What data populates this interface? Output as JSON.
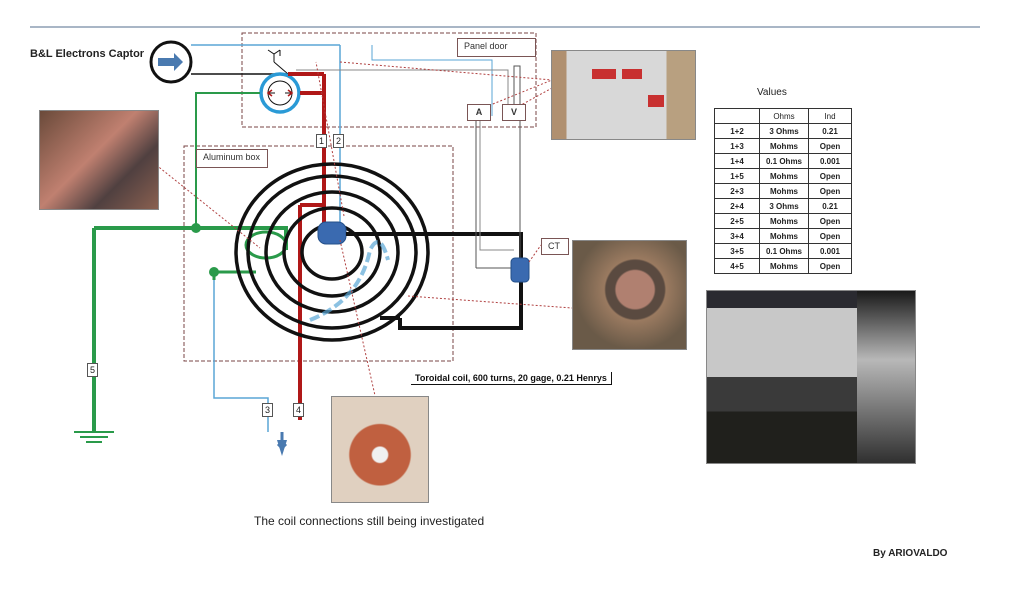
{
  "title": "B&L Electrons Captor",
  "labels": {
    "panel_door": "Panel door",
    "aluminum_box": "Aluminum box",
    "ct": "CT",
    "meter_a": "A",
    "meter_v": "V",
    "coil_desc": "Toroidal coil, 600 turns, 20 gage, 0.21 Henrys"
  },
  "terminals": [
    "1",
    "2",
    "3",
    "4",
    "5"
  ],
  "values": {
    "title": "Values",
    "headers": [
      "",
      "Ohms",
      "Ind"
    ],
    "rows": [
      [
        "1+2",
        "3 Ohms",
        "0.21"
      ],
      [
        "1+3",
        "Mohms",
        "Open"
      ],
      [
        "1+4",
        "0.1 Ohms",
        "0.001"
      ],
      [
        "1+5",
        "Mohms",
        "Open"
      ],
      [
        "2+3",
        "Mohms",
        "Open"
      ],
      [
        "2+4",
        "3 Ohms",
        "0.21"
      ],
      [
        "2+5",
        "Mohms",
        "Open"
      ],
      [
        "3+4",
        "Mohms",
        "Open"
      ],
      [
        "3+5",
        "0.1 Ohms",
        "0.001"
      ],
      [
        "4+5",
        "Mohms",
        "Open"
      ]
    ]
  },
  "caption": "The coil connections still being investigated",
  "author": "By ARIOVALDO",
  "colors": {
    "red": "#b01818",
    "green": "#2a9a4a",
    "blue": "#5aa6d6",
    "black": "#111111",
    "dashed": "#7a4444"
  }
}
